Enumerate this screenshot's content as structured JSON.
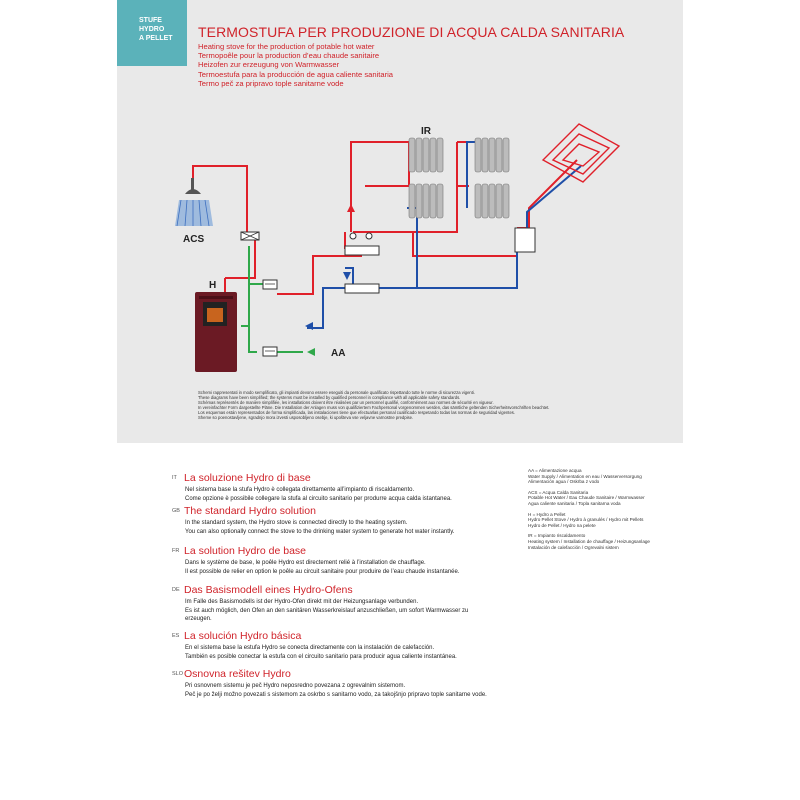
{
  "header": {
    "tab_lines": [
      "STUFE",
      "HYDRO",
      "A PELLET"
    ],
    "title": "TERMOSTUFA PER PRODUZIONE DI ACQUA CALDA SANITARIA",
    "subtitles": [
      "Heating stove for the production of potable hot water",
      "Termopoêle pour la production d’eau chaude sanitaire",
      "Heizofen zur erzeugung von Warmwasser",
      "Termoestufa para la producción de agua caliente sanitaria",
      "Termo peč za pripravo tople sanitarne vode"
    ]
  },
  "diagram": {
    "labels": {
      "acs": "ACS",
      "h": "H",
      "aa": "AA",
      "ir": "IR"
    },
    "note_lines": [
      "Schemi rappresentati in modo semplificato, gli impianti devono essere eseguiti da personale qualificato rispettando tutte le norme di sicurezza vigenti.",
      "These diagrams have been simplified; the systems must be installed by qualified personnel in compliance with all applicable safety standards.",
      "Schémas représentés de manière simplifiée, les installations doivent être réalisées par un personnel qualifié, conformément aux normes de sécurité en vigueur.",
      "In vereinfachter Form dargestellte Pläne. Die Installation der Anlagen muss von qualifiziertem Fachpersonal vorgenommen werden, das sämtliche geltenden Sicherheitsvorschriften beachtet.",
      "Los esquemas están representados de forma simplificada, las instalaciones tiene que efectuarlas personal cualificado respetando todas las normas de seguridad vigentes.",
      "Sheme so poenostavljene, sgradnjo mora izvesti usposobljeno osebje, ki upošteva vse veljavne varnostne predpise."
    ]
  },
  "sections": [
    {
      "code": "IT",
      "heading": "La soluzione Hydro di base",
      "lines": [
        "Nel sistema base la stufa Hydro è collegata direttamente all’impianto di riscaldamento.",
        "Come opzione è possibile collegare la stufa al circuito sanitario per produrre acqua calda istantanea."
      ]
    },
    {
      "code": "GB",
      "heading": "The standard Hydro solution",
      "lines": [
        "In the standard system, the Hydro stove is connected directly to the heating system.",
        "You can also optionally connect the stove to the drinking water system to generate hot water instantly."
      ]
    },
    {
      "code": "FR",
      "heading": "La solution Hydro de base",
      "lines": [
        "Dans le système de base, le poêle Hydro est directement relié à l’installation de chauffage.",
        "Il est possible de relier en option le poêle au circuit sanitaire pour produire de l’eau chaude instantanée."
      ]
    },
    {
      "code": "DE",
      "heading": "Das Basismodell eines Hydro-Ofens",
      "lines": [
        "Im Falle des Basismodells ist der Hydro-Ofen direkt mit der Heizungsanlage verbunden.",
        "Es ist auch möglich, den Ofen an den sanitären Wasserkreislauf anzuschließen, um sofort Warmwasser zu",
        "erzeugen."
      ]
    },
    {
      "code": "ES",
      "heading": "La solución Hydro básica",
      "lines": [
        "En el sistema base la estufa Hydro se conecta directamente con la instalación de calefacción.",
        "También es posible conectar la estufa con el circuito sanitario para producir agua caliente instantánea."
      ]
    },
    {
      "code": "SLO",
      "heading": "Osnovna rešitev Hydro",
      "lines": [
        "Pri osnovnem sistemu je peč Hydro neposredno povezana z ogrevalnim sistemom.",
        "Peč je po želji možno povezati s sistemom za oskrbo s sanitarno vodo, za takojšnjo pripravo tople sanitarne vode."
      ]
    }
  ],
  "legend": [
    {
      "lines": [
        "AA = Alimentazione acqua",
        "Water Supply / Alimentation en eau / Wasserversorgung",
        "Alimentación agua / Oskrba z vodo"
      ]
    },
    {
      "lines": [
        "ACS = Acqua Calda Sanitaria",
        "Potable Hot Water / Eau Chaude Sanitaire / Warmwasser",
        "Agua caliente sanitaria / Topla sanitarna voda"
      ]
    },
    {
      "lines": [
        "H = Hydro a Pellet",
        "Hydro Pellet Stove / Hydro à granulés / Hydro mit Pellets",
        "Hydro de Pellet / Hydro na pelete"
      ]
    },
    {
      "lines": [
        "IR = Impianto riscaldamento",
        "Heating system / Installation de chauffage / Heizungsanlage",
        "Instalación de calefacción / Ogrevalni sistem"
      ]
    }
  ],
  "colors": {
    "accent_red": "#d0232a",
    "tab_teal": "#5bb2ba",
    "pipe_red": "#e0202a",
    "pipe_blue": "#1f4fa8",
    "pipe_green": "#2fa84a",
    "stove": "#6b1a24"
  }
}
